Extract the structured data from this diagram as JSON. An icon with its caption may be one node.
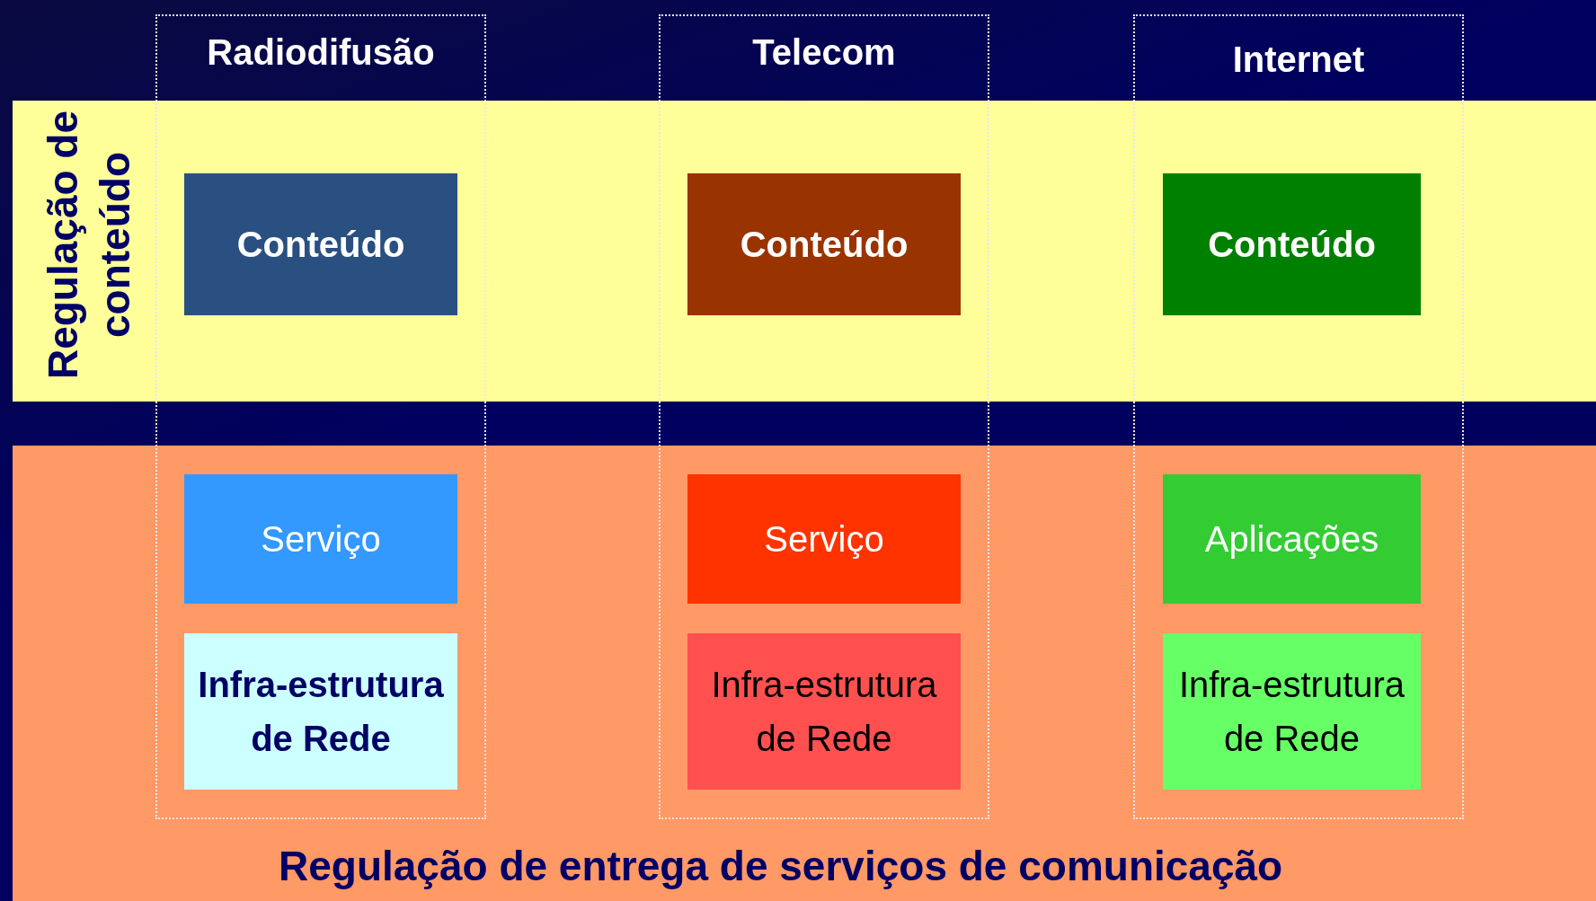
{
  "diagram": {
    "nodes": [
      {
        "text": [
          "Regulação de conteúdo"
        ]
      },
      {
        "text": [
          "Regulação de entrega de serviços de comunicação"
        ]
      },
      {
        "text": [
          "Radiodifusão"
        ]
      },
      {
        "text": [
          "Telecom"
        ]
      },
      {
        "text": [
          "Internet"
        ]
      },
      {
        "text": [
          "Conteúdo"
        ]
      },
      {
        "text": [
          "Conteúdo"
        ]
      },
      {
        "text": [
          "Conteúdo"
        ]
      },
      {
        "text": [
          "Serviço"
        ]
      },
      {
        "text": [
          "Serviço"
        ]
      },
      {
        "text": [
          "Aplicações"
        ]
      },
      {
        "text": [
          "Infra-estrutura de Rede"
        ]
      },
      {
        "text": [
          "Infra-estrutura de Rede"
        ]
      },
      {
        "text": [
          "Infra-estrutura de Rede"
        ]
      }
    ],
    "edges": []
  }
}
